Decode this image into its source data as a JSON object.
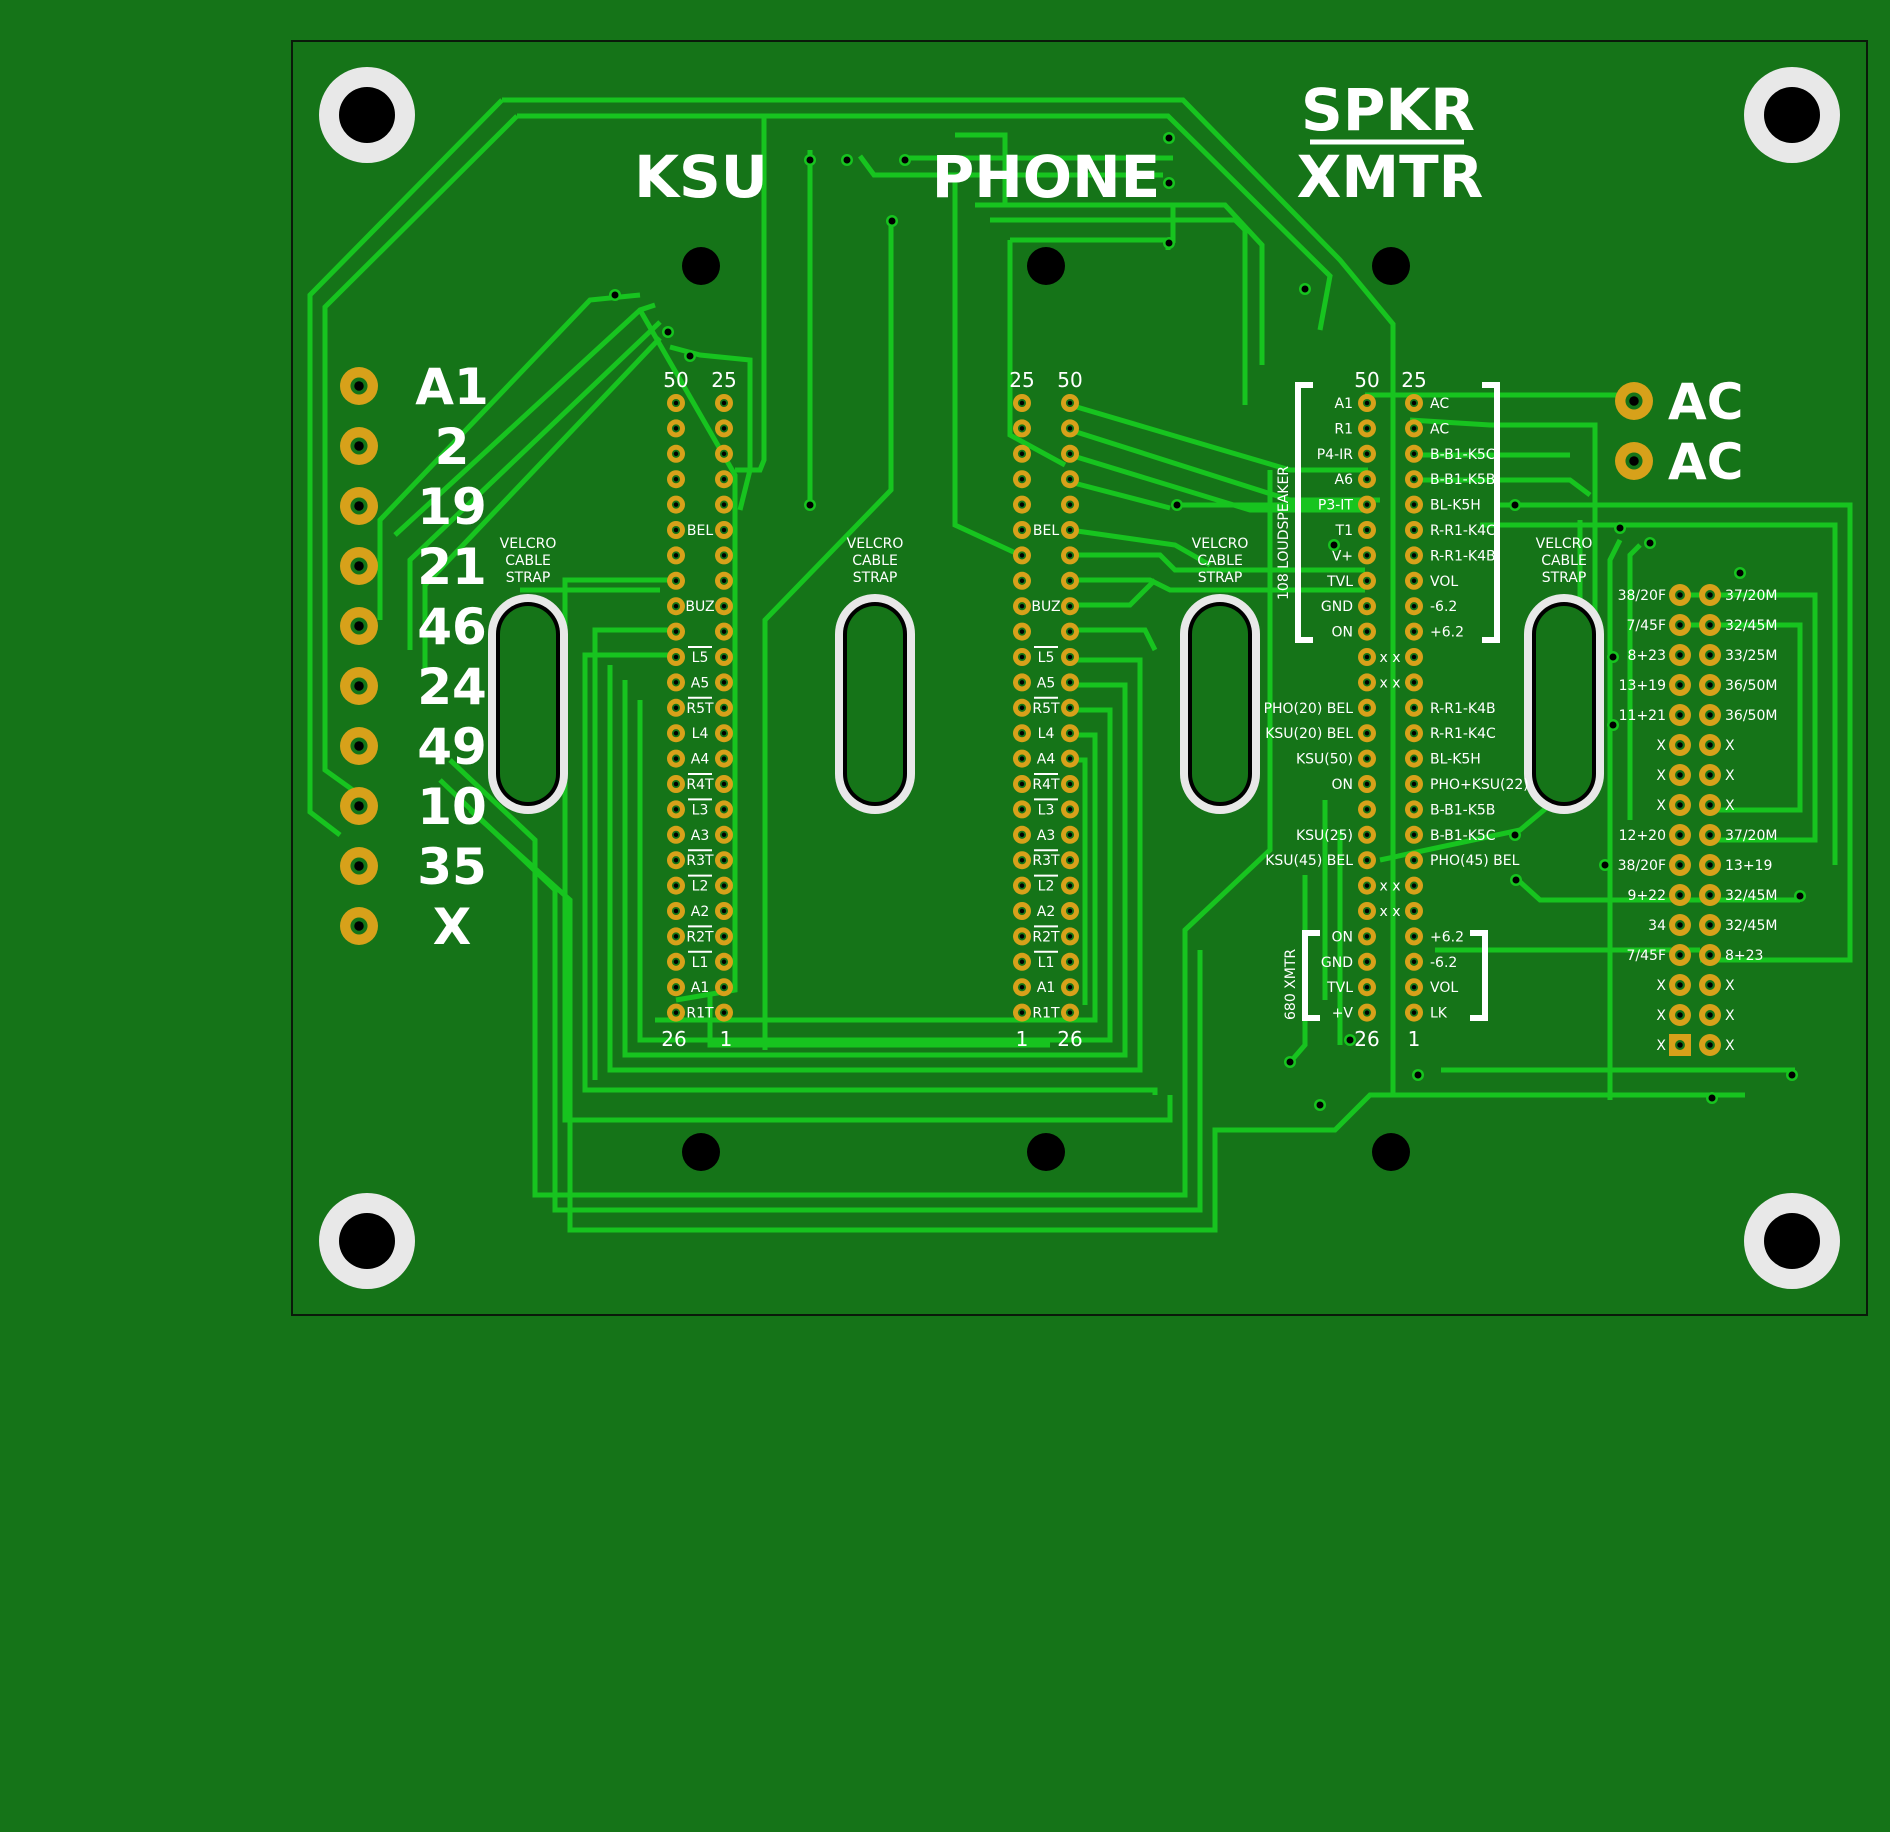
{
  "titles": {
    "ksu": "KSU",
    "phone": "PHONE",
    "spkr": "SPKR",
    "xmtr": "XMTR"
  },
  "velcro": {
    "line1": "VELCRO",
    "line2": "CABLE",
    "line3": "STRAP"
  },
  "left_labels": [
    "A1",
    "2",
    "19",
    "21",
    "46",
    "24",
    "49",
    "10",
    "35",
    "X"
  ],
  "ac_labels": [
    "AC",
    "AC"
  ],
  "ksu_header": {
    "top_left": "50",
    "top_right": "25",
    "bottom_left": "26",
    "bottom_right": "1"
  },
  "phone_header": {
    "top_left": "25",
    "top_right": "50",
    "bottom_left": "1",
    "bottom_right": "26"
  },
  "spk_header": {
    "top_left": "50",
    "top_right": "25",
    "bottom_left": "26",
    "bottom_right": "1"
  },
  "conn_labels": [
    "",
    "",
    "",
    "",
    "",
    "BEL",
    "",
    "",
    "BUZ",
    "",
    "L5",
    "A5",
    "R5T",
    "L4",
    "A4",
    "R4T",
    "L3",
    "A3",
    "R3T",
    "L2",
    "A2",
    "R2T",
    "L1",
    "A1",
    "R1T"
  ],
  "spk_left_labels": [
    "A1",
    "R1",
    "P4-IR",
    "A6",
    "P3-IT",
    "T1",
    "V+",
    "TVL",
    "GND",
    "ON",
    "",
    "",
    "PHO(20) BEL",
    "KSU(20) BEL",
    "KSU(50)",
    "ON",
    "",
    "KSU(25)",
    "KSU(45) BEL",
    "",
    "",
    "ON",
    "GND",
    "TVL",
    "+V"
  ],
  "spk_right_labels": [
    "AC",
    "AC",
    "B-B1-K5C",
    "B-B1-K5B",
    "BL-K5H",
    "R-R1-K4C",
    "R-R1-K4B",
    "VOL",
    "-6.2",
    "+6.2",
    "",
    "",
    "R-R1-K4B",
    "R-R1-K4C",
    "BL-K5H",
    "PHO+KSU(22)",
    "B-B1-K5B",
    "B-B1-K5C",
    "PHO(45) BEL",
    "",
    "",
    "+6.2",
    "-6.2",
    "VOL",
    "LK"
  ],
  "spk_x_rows": {
    "row10": "x x",
    "row11": "x x",
    "row19": "x x",
    "row20": "x x"
  },
  "loudspeaker_label": "108 LOUDSPEAKER",
  "xmtr_label": "680 XMTR",
  "right_left_labels": [
    "38/20F",
    "7/45F",
    "8+23",
    "13+19",
    "11+21",
    "X",
    "X",
    "X",
    "12+20",
    "38/20F",
    "9+22",
    "34",
    "7/45F",
    "X",
    "X",
    "X"
  ],
  "right_right_labels": [
    "37/20M",
    "32/45M",
    "33/25M",
    "36/50M",
    "36/50M",
    "X",
    "X",
    "X",
    "37/20M",
    "13+19",
    "32/45M",
    "32/45M",
    "8+23",
    "X",
    "X",
    "X"
  ],
  "colors": {
    "background": "#157418",
    "trace": "#17c41f",
    "pad": "#d7a11a",
    "silk": "#ffffff",
    "hole": "#000000"
  }
}
